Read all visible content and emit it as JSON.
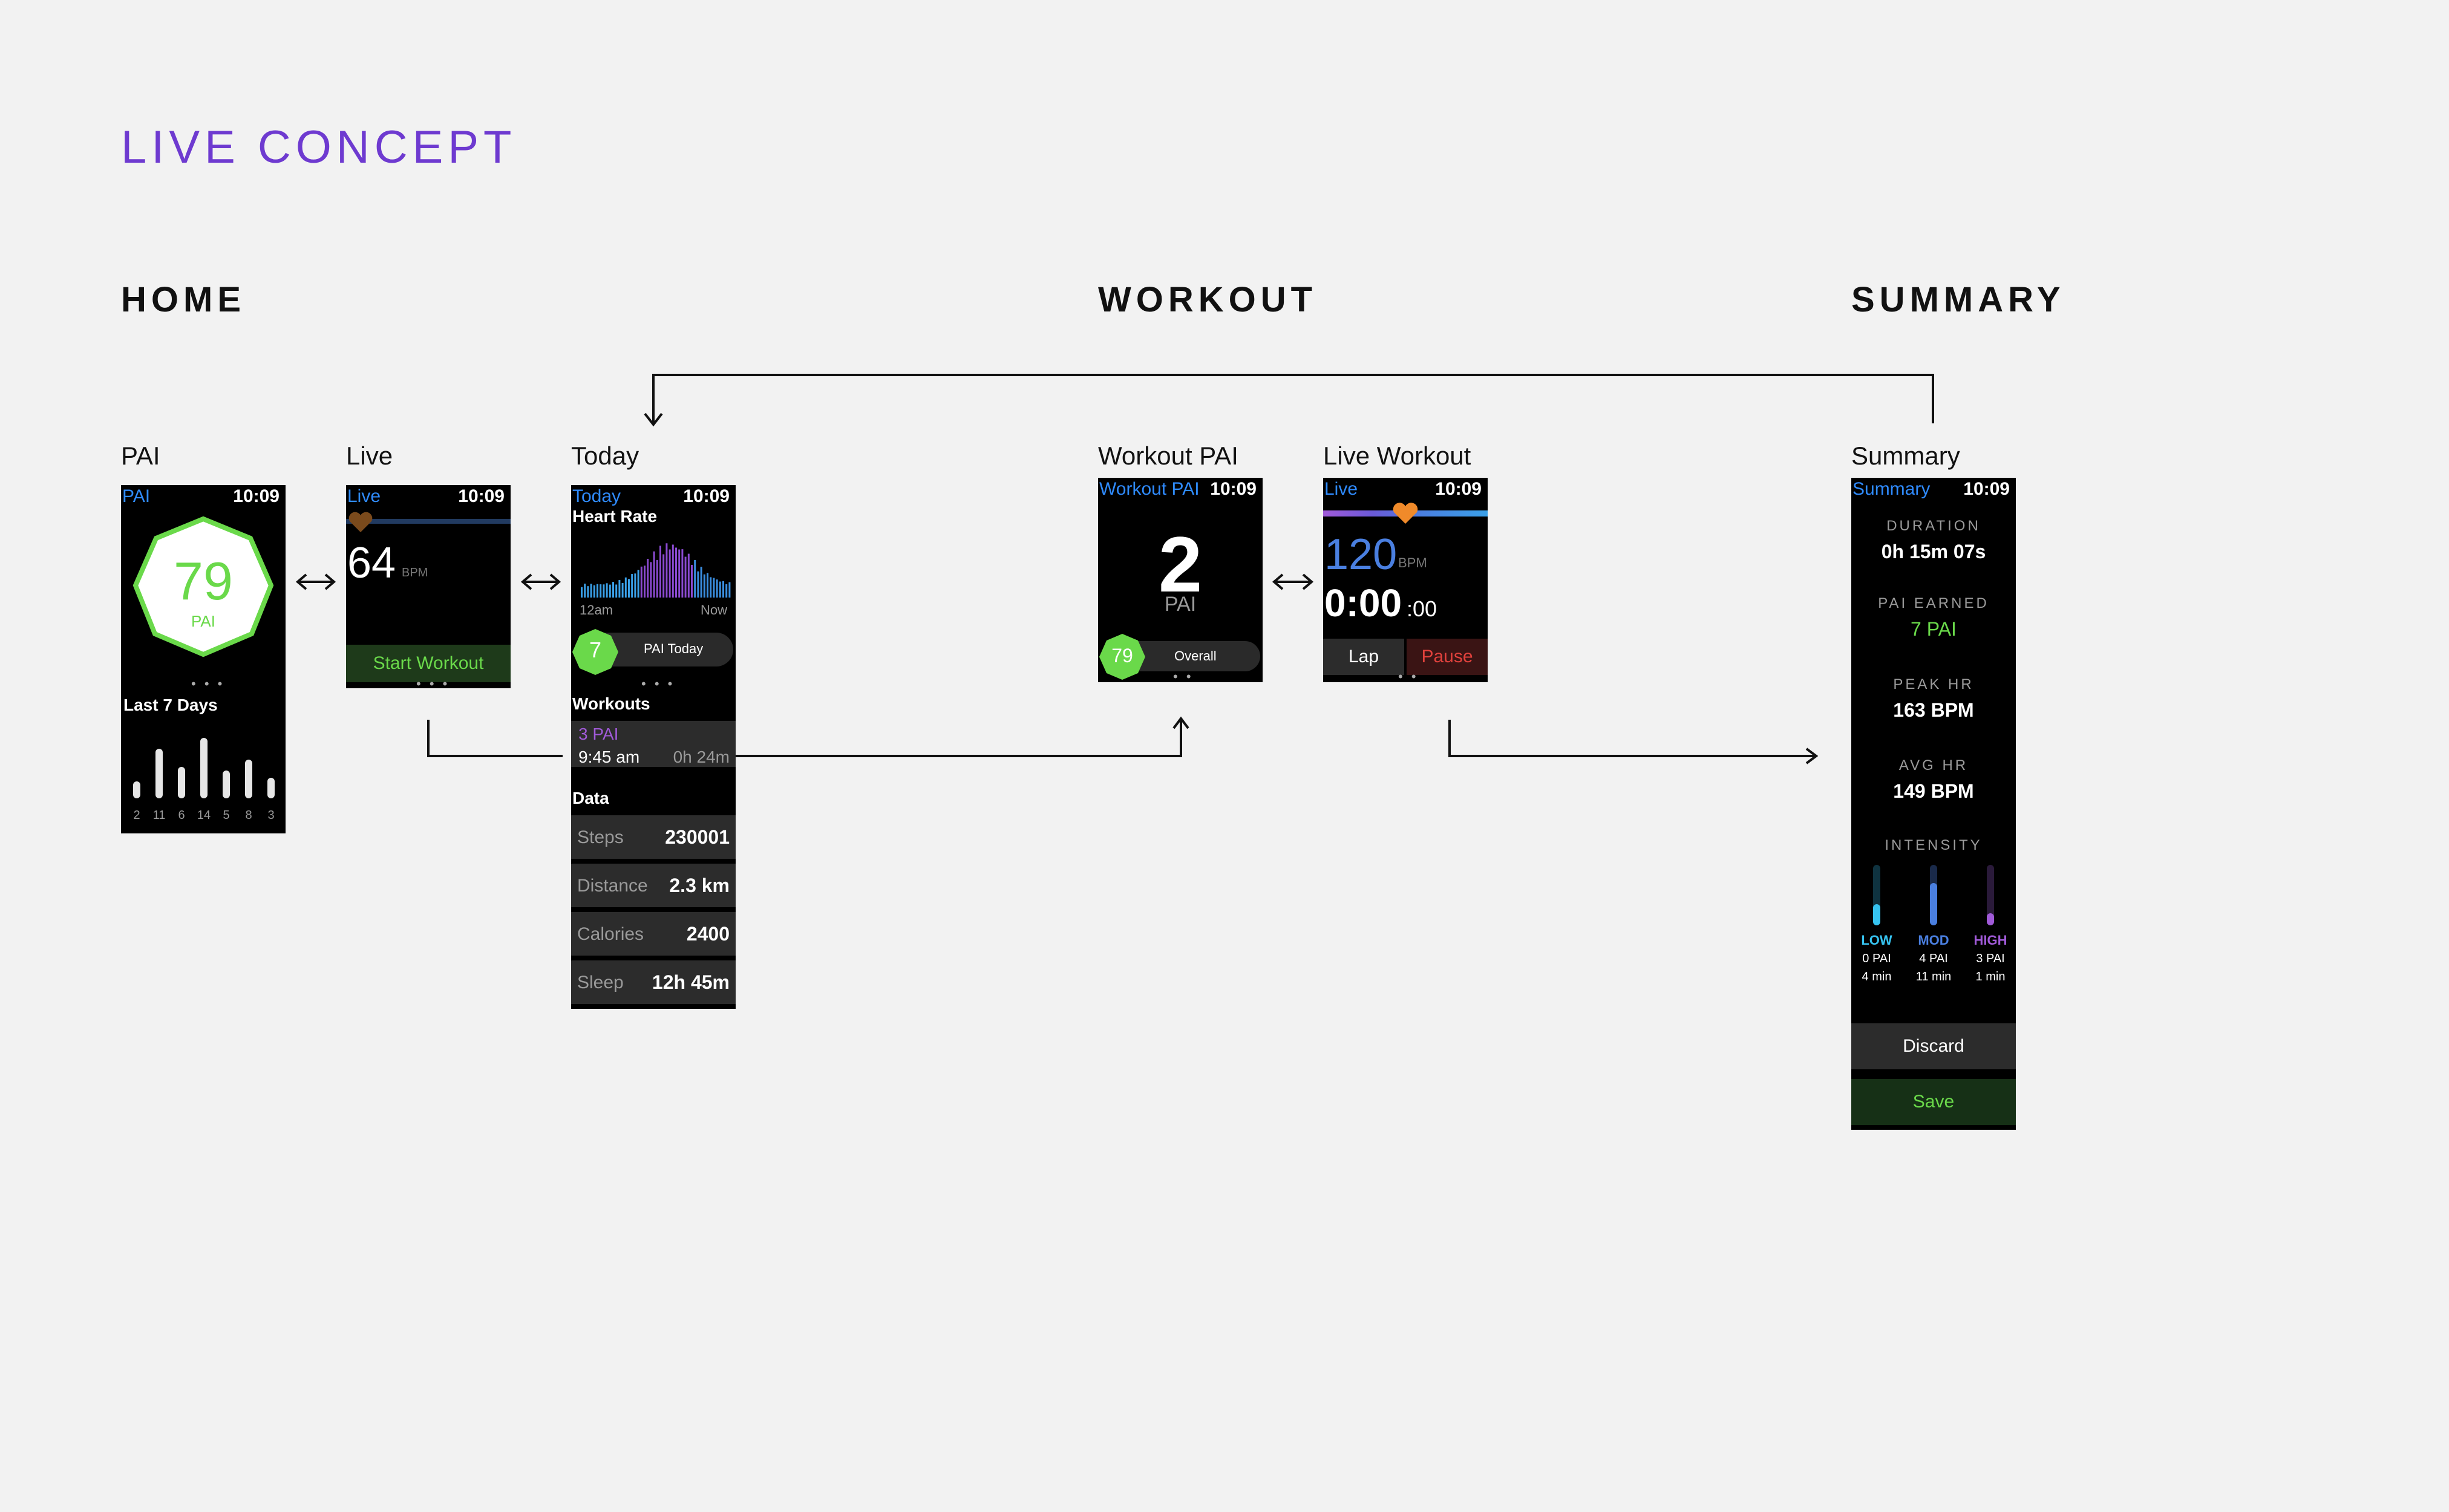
{
  "title": "LIVE CONCEPT",
  "sections": {
    "home": "HOME",
    "workout": "WORKOUT",
    "summary": "SUMMARY"
  },
  "colors": {
    "accent": "#6e3ad0",
    "watch_title": "#2f8bff",
    "green": "#6ad94a",
    "purple": "#a05ad8",
    "red": "#e0413c",
    "blue": "#4a7fe0"
  },
  "screens": {
    "pai": {
      "label": "PAI",
      "title": "PAI",
      "time": "10:09",
      "score": "79",
      "score_unit": "PAI",
      "pager": "• • •",
      "last7_label": "Last 7 Days",
      "last7_values": [
        2,
        11,
        6,
        14,
        5,
        8,
        3
      ],
      "last7_labels": [
        "2",
        "11",
        "6",
        "14",
        "5",
        "8",
        "3"
      ]
    },
    "live": {
      "label": "Live",
      "title": "Live",
      "time": "10:09",
      "bpm": "64",
      "bpm_unit": "BPM",
      "start_button": "Start Workout",
      "pager": "• • •"
    },
    "today": {
      "label": "Today",
      "title": "Today",
      "time": "10:09",
      "heart_rate_label": "Heart Rate",
      "axis_start": "12am",
      "axis_end": "Now",
      "pai_today_value": "7",
      "pai_today_label": "PAI Today",
      "pager": "• • •",
      "workouts_label": "Workouts",
      "workout": {
        "pai": "3 PAI",
        "time": "9:45 am",
        "duration": "0h 24m"
      },
      "data_label": "Data",
      "data_rows": [
        {
          "key": "Steps",
          "value": "230001"
        },
        {
          "key": "Distance",
          "value": "2.3 km"
        },
        {
          "key": "Calories",
          "value": "2400"
        },
        {
          "key": "Sleep",
          "value": "12h 45m"
        }
      ]
    },
    "workout_pai": {
      "label": "Workout PAI",
      "title": "Workout PAI",
      "time": "10:09",
      "value": "2",
      "unit": "PAI",
      "overall_value": "79",
      "overall_label": "Overall",
      "pager": "• •"
    },
    "live_workout": {
      "label": "Live Workout",
      "title": "Live",
      "time": "10:09",
      "bpm": "120",
      "bpm_unit": "BPM",
      "timer_main": "0:00",
      "timer_sub": ":00",
      "lap_button": "Lap",
      "pause_button": "Pause",
      "pager": "• •"
    },
    "summary": {
      "label": "Summary",
      "title": "Summary",
      "time": "10:09",
      "duration_label": "DURATION",
      "duration_value": "0h 15m 07s",
      "pai_earned_label": "PAI EARNED",
      "pai_earned_value": "7 PAI",
      "peak_hr_label": "PEAK HR",
      "peak_hr_value": "163 BPM",
      "avg_hr_label": "AVG HR",
      "avg_hr_value": "149 BPM",
      "intensity_label": "INTENSITY",
      "intensity": [
        {
          "level": "LOW",
          "pai": "0 PAI",
          "time": "4 min",
          "fill": 0.35
        },
        {
          "level": "MOD",
          "pai": "4 PAI",
          "time": "11 min",
          "fill": 0.7
        },
        {
          "level": "HIGH",
          "pai": "3 PAI",
          "time": "1 min",
          "fill": 0.2
        }
      ],
      "discard_button": "Discard",
      "save_button": "Save"
    }
  }
}
